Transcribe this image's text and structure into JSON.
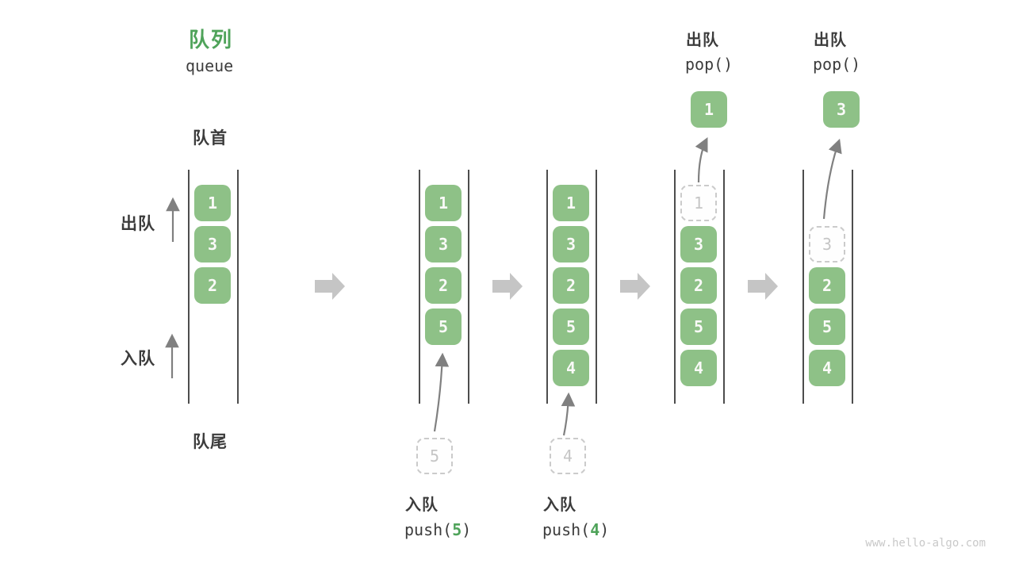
{
  "title": {
    "zh": "队列",
    "en": "queue"
  },
  "side_labels": {
    "front": "队首",
    "rear": "队尾",
    "dequeue": "出队",
    "enqueue": "入队"
  },
  "watermark": "www.hello-algo.com",
  "colors": {
    "title_green": "#4fa35a",
    "box_green": "#8EC187",
    "box_text": "#fafaf8",
    "dashed_border": "#cbcbcb",
    "dashed_text": "#c5c5c5",
    "wall_line": "#4d4d4d",
    "thin_arrow": "#808080",
    "block_arrow": "#c5c5c5",
    "label_text": "#3c3c3c",
    "watermark_gray": "#c9c9c9"
  },
  "queue_states": [
    {
      "slots": [
        {
          "value": "1",
          "kind": "solid"
        },
        {
          "value": "3",
          "kind": "solid"
        },
        {
          "value": "2",
          "kind": "solid"
        }
      ]
    },
    {
      "slots": [
        {
          "value": "1",
          "kind": "solid"
        },
        {
          "value": "3",
          "kind": "solid"
        },
        {
          "value": "2",
          "kind": "solid"
        },
        {
          "value": "5",
          "kind": "solid"
        }
      ],
      "incoming_value": "5",
      "caption": {
        "label": "入队",
        "code_before": "push(",
        "code_arg": "5",
        "code_after": ")"
      }
    },
    {
      "slots": [
        {
          "value": "1",
          "kind": "solid"
        },
        {
          "value": "3",
          "kind": "solid"
        },
        {
          "value": "2",
          "kind": "solid"
        },
        {
          "value": "5",
          "kind": "solid"
        },
        {
          "value": "4",
          "kind": "solid"
        }
      ],
      "incoming_value": "4",
      "caption": {
        "label": "入队",
        "code_before": "push(",
        "code_arg": "4",
        "code_after": ")"
      }
    },
    {
      "slots": [
        {
          "value": "1",
          "kind": "dashed"
        },
        {
          "value": "3",
          "kind": "solid"
        },
        {
          "value": "2",
          "kind": "solid"
        },
        {
          "value": "5",
          "kind": "solid"
        },
        {
          "value": "4",
          "kind": "solid"
        }
      ],
      "popped_value": "1",
      "top_caption": {
        "label": "出队",
        "code": "pop()"
      }
    },
    {
      "slots": [
        {
          "kind": "empty"
        },
        {
          "value": "3",
          "kind": "dashed"
        },
        {
          "value": "2",
          "kind": "solid"
        },
        {
          "value": "5",
          "kind": "solid"
        },
        {
          "value": "4",
          "kind": "solid"
        }
      ],
      "popped_value": "3",
      "top_caption": {
        "label": "出队",
        "code": "pop()"
      }
    }
  ]
}
